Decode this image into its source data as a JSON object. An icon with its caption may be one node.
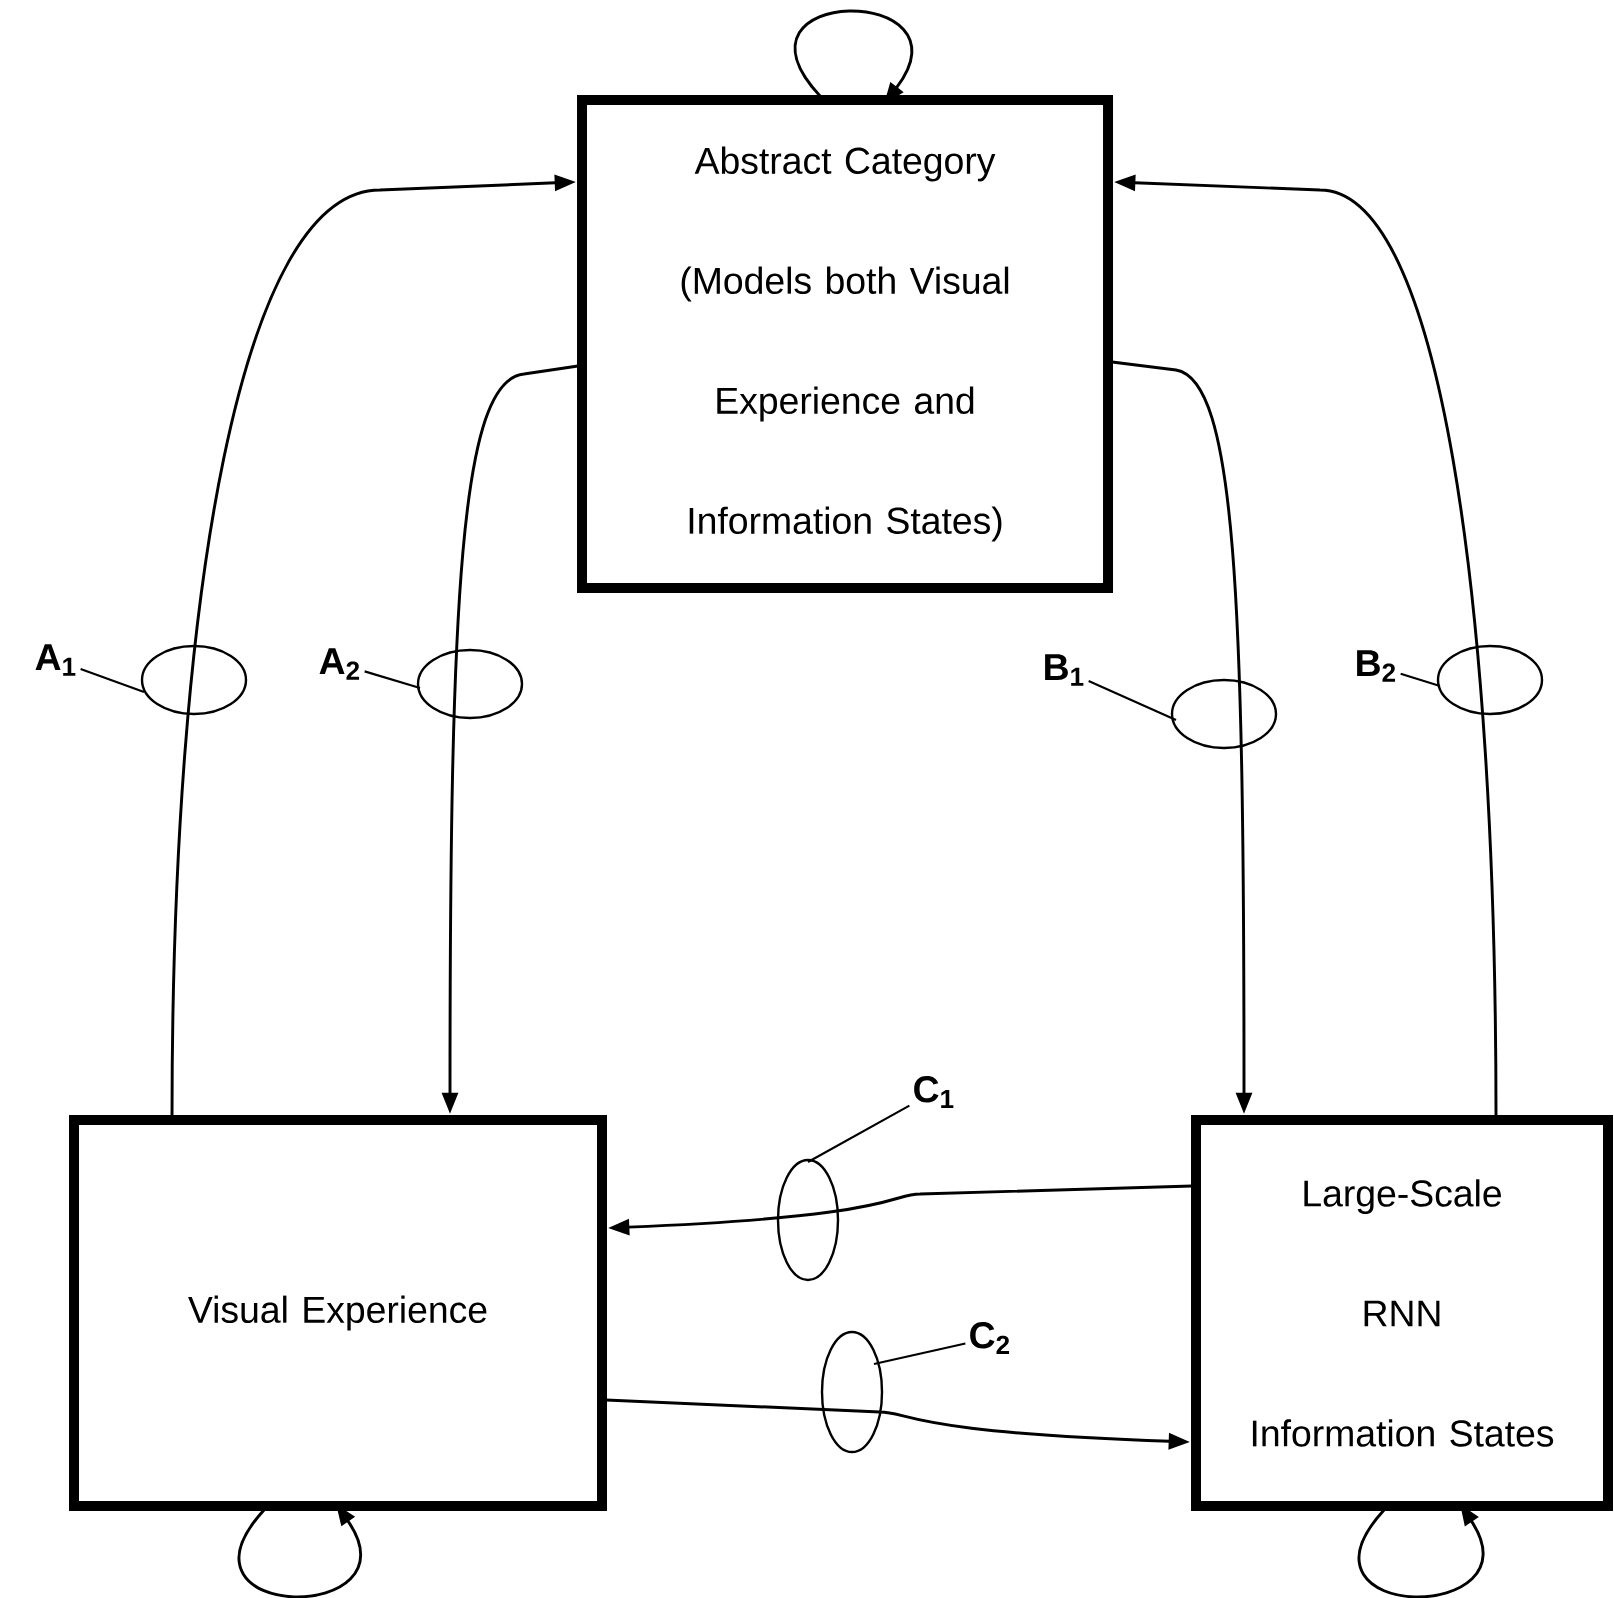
{
  "diagram": {
    "nodes": [
      {
        "text": [
          "Abstract Category",
          "(Models both Visual Experience and Information States)"
        ]
      },
      {
        "text": [
          "Visual Experience"
        ]
      },
      {
        "text": [
          "Large-Scale",
          "RNN",
          "Information States"
        ]
      },
      {
        "text": [
          "A$_{1}$"
        ]
      },
      {
        "text": [
          "A$_{2}$"
        ]
      },
      {
        "text": [
          "B$_{1}$"
        ]
      },
      {
        "text": [
          "B$_{2}$"
        ]
      },
      {
        "text": [
          "C$_{1}$"
        ]
      },
      {
        "text": [
          "C$_{2}$"
        ]
      }
    ],
    "edges": [
      {
        "from": 1,
        "to": 0,
        "arrow": "to"
      },
      {
        "from": 0,
        "to": 1,
        "arrow": "to"
      },
      {
        "from": 0,
        "to": 2,
        "arrow": "to"
      },
      {
        "from": 2,
        "to": 0,
        "arrow": "to"
      },
      {
        "from": 2,
        "to": 1,
        "arrow": "to"
      },
      {
        "from": 1,
        "to": 2,
        "arrow": "to"
      },
      {
        "from": 0,
        "to": 0,
        "arrow": "to"
      },
      {
        "from": 1,
        "to": 1,
        "arrow": "to"
      },
      {
        "from": 2,
        "to": 2,
        "arrow": "to"
      },
      {
        "from": 3,
        "to": null,
        "arrow": "none"
      },
      {
        "from": 4,
        "to": null,
        "arrow": "none"
      },
      {
        "from": 5,
        "to": null,
        "arrow": "none"
      },
      {
        "from": 6,
        "to": null,
        "arrow": "none"
      },
      {
        "from": 7,
        "to": null,
        "arrow": "none"
      },
      {
        "from": 8,
        "to": null,
        "arrow": "none"
      }
    ]
  }
}
